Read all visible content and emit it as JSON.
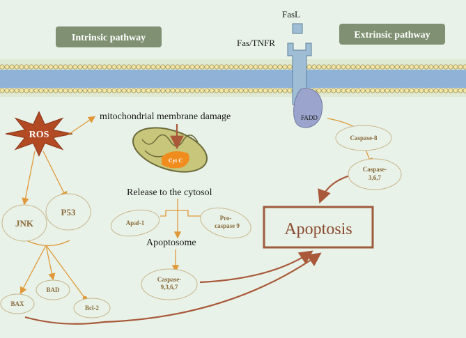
{
  "labels": {
    "intrinsic": "Intrinsic pathway",
    "extrinsic": "Extrinsic pathway",
    "fasl": "FasL",
    "fas_tnfr": "Fas/TNFR",
    "fadd": "FADD",
    "ros": "ROS",
    "mito_damage": "mitochondrial membrane damage",
    "cyt_c": "Cyt C",
    "release": "Release to the cytosol",
    "apaf1": "Apaf-1",
    "pro_caspase9_line1": "Pro-",
    "pro_caspase9_line2": "caspase 9",
    "apoptosome": "Apoptosome",
    "caspase9367_line1": "Caspase-",
    "caspase9367_line2": "9,3,6,7",
    "jnk": "JNK",
    "p53": "P53",
    "bax": "BAX",
    "bad": "BAD",
    "bcl2": "Bcl-2",
    "caspase8": "Caspase-8",
    "caspase367_line1": "Caspase-",
    "caspase367_line2": "3,6,7",
    "apoptosis": "Apoptosis"
  },
  "colors": {
    "background": "#e8f2e8",
    "membrane_head": "#f1e6a6",
    "membrane_core": "#8fb2d6",
    "pill_fill": "#7f9172",
    "node_stroke": "#c9b58a",
    "node_text": "#8a6a3a",
    "ros_fill": "#b24a24",
    "arrow_orange": "#e0993a",
    "arrow_brown": "#a9593a",
    "apoptosis_border": "#9e5a3c",
    "receptor": "#9fbed6",
    "fadd": "#9aa4cc",
    "mito_outer": "#c8c67a",
    "cytc": "#f08c1e"
  }
}
